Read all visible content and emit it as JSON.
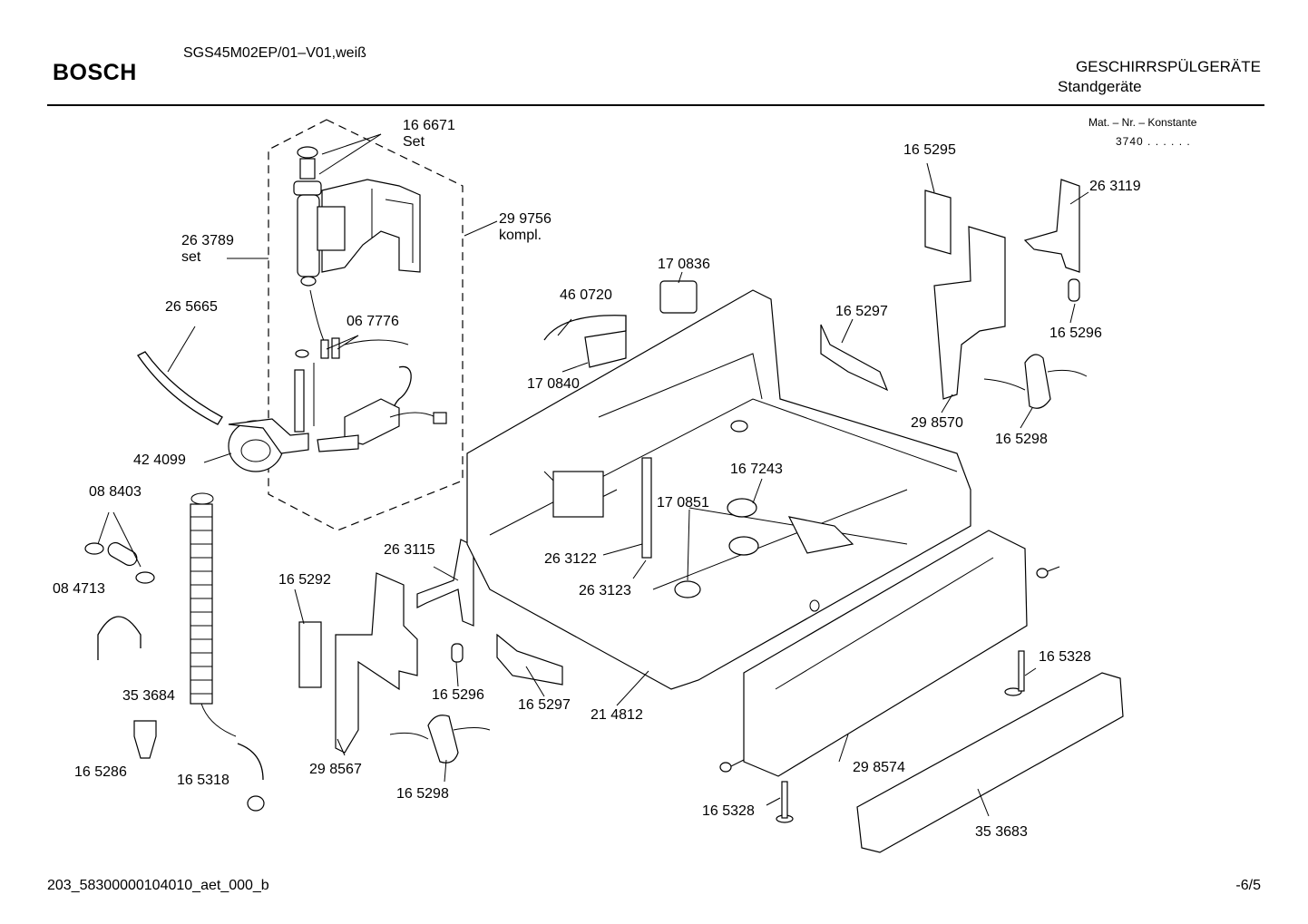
{
  "header": {
    "brand": "BOSCH",
    "model": "SGS45M02EP/01–V01,weiß",
    "category": "GESCHIRRSPÜLGERÄTE",
    "subcategory": "Standgeräte",
    "mat_label": "Mat. – Nr. – Konstante",
    "mat_code": "3740  .  .  .  .  .  ."
  },
  "footer": {
    "doc_id": "203_58300000104010_aet_000_b",
    "page": "-6/5"
  },
  "parts": [
    {
      "id": "p1",
      "line1": "16 6671",
      "line2": "Set"
    },
    {
      "id": "p2",
      "line1": "29 9756",
      "line2": "kompl."
    },
    {
      "id": "p3",
      "line1": "26 3789",
      "line2": "set"
    },
    {
      "id": "p4",
      "line1": "26 5665"
    },
    {
      "id": "p5",
      "line1": "06 7776"
    },
    {
      "id": "p6",
      "line1": "42 4099"
    },
    {
      "id": "p7",
      "line1": "08 8403"
    },
    {
      "id": "p8",
      "line1": "08 4713"
    },
    {
      "id": "p9",
      "line1": "35 3684"
    },
    {
      "id": "p10",
      "line1": "16 5286"
    },
    {
      "id": "p11",
      "line1": "16 5318"
    },
    {
      "id": "p12",
      "line1": "16 5292"
    },
    {
      "id": "p13",
      "line1": "29 8567"
    },
    {
      "id": "p14",
      "line1": "26 3115"
    },
    {
      "id": "p15",
      "line1": "16 5296"
    },
    {
      "id": "p16",
      "line1": "16 5298"
    },
    {
      "id": "p17",
      "line1": "16 5297"
    },
    {
      "id": "p18",
      "line1": "21 4812"
    },
    {
      "id": "p19",
      "line1": "46 0720"
    },
    {
      "id": "p20",
      "line1": "17 0840"
    },
    {
      "id": "p21",
      "line1": "17 0836"
    },
    {
      "id": "p22",
      "line1": "26 3122"
    },
    {
      "id": "p23",
      "line1": "26 3123"
    },
    {
      "id": "p24",
      "line1": "17 0851"
    },
    {
      "id": "p25",
      "line1": "16 7243"
    },
    {
      "id": "p26",
      "line1": "16 5297"
    },
    {
      "id": "p27",
      "line1": "16 5295"
    },
    {
      "id": "p28",
      "line1": "26 3119"
    },
    {
      "id": "p29",
      "line1": "16 5296"
    },
    {
      "id": "p30",
      "line1": "29 8570"
    },
    {
      "id": "p31",
      "line1": "16 5298"
    },
    {
      "id": "p32",
      "line1": "16 5328"
    },
    {
      "id": "p33",
      "line1": "29 8574"
    },
    {
      "id": "p34",
      "line1": "16 5328"
    },
    {
      "id": "p35",
      "line1": "35 3683"
    }
  ]
}
